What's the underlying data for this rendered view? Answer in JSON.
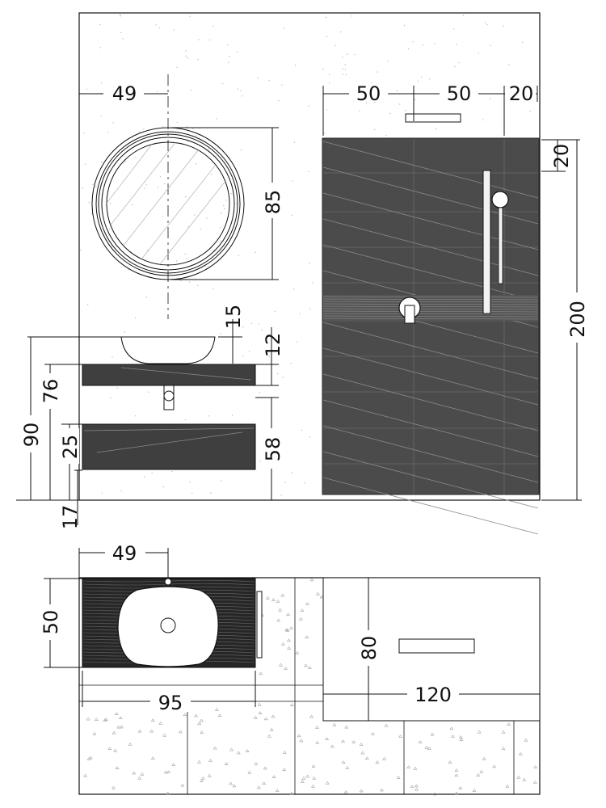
{
  "drawing": {
    "elevation": {
      "mirror_offset": "49",
      "shower_left": "50",
      "shower_mid": "50",
      "shower_right": "20",
      "shower_top_gap": "20",
      "shower_height": "200",
      "mirror_height": "85",
      "basin_height": "15",
      "top_thickness": "12",
      "top_level": "76",
      "overall_height": "90",
      "drawer_height": "25",
      "lower_cabinet": "58",
      "floor_gap": "17"
    },
    "plan": {
      "basin_offset": "49",
      "depth": "50",
      "vanity_width": "95",
      "shower_depth": "80",
      "shower_width": "120"
    }
  }
}
